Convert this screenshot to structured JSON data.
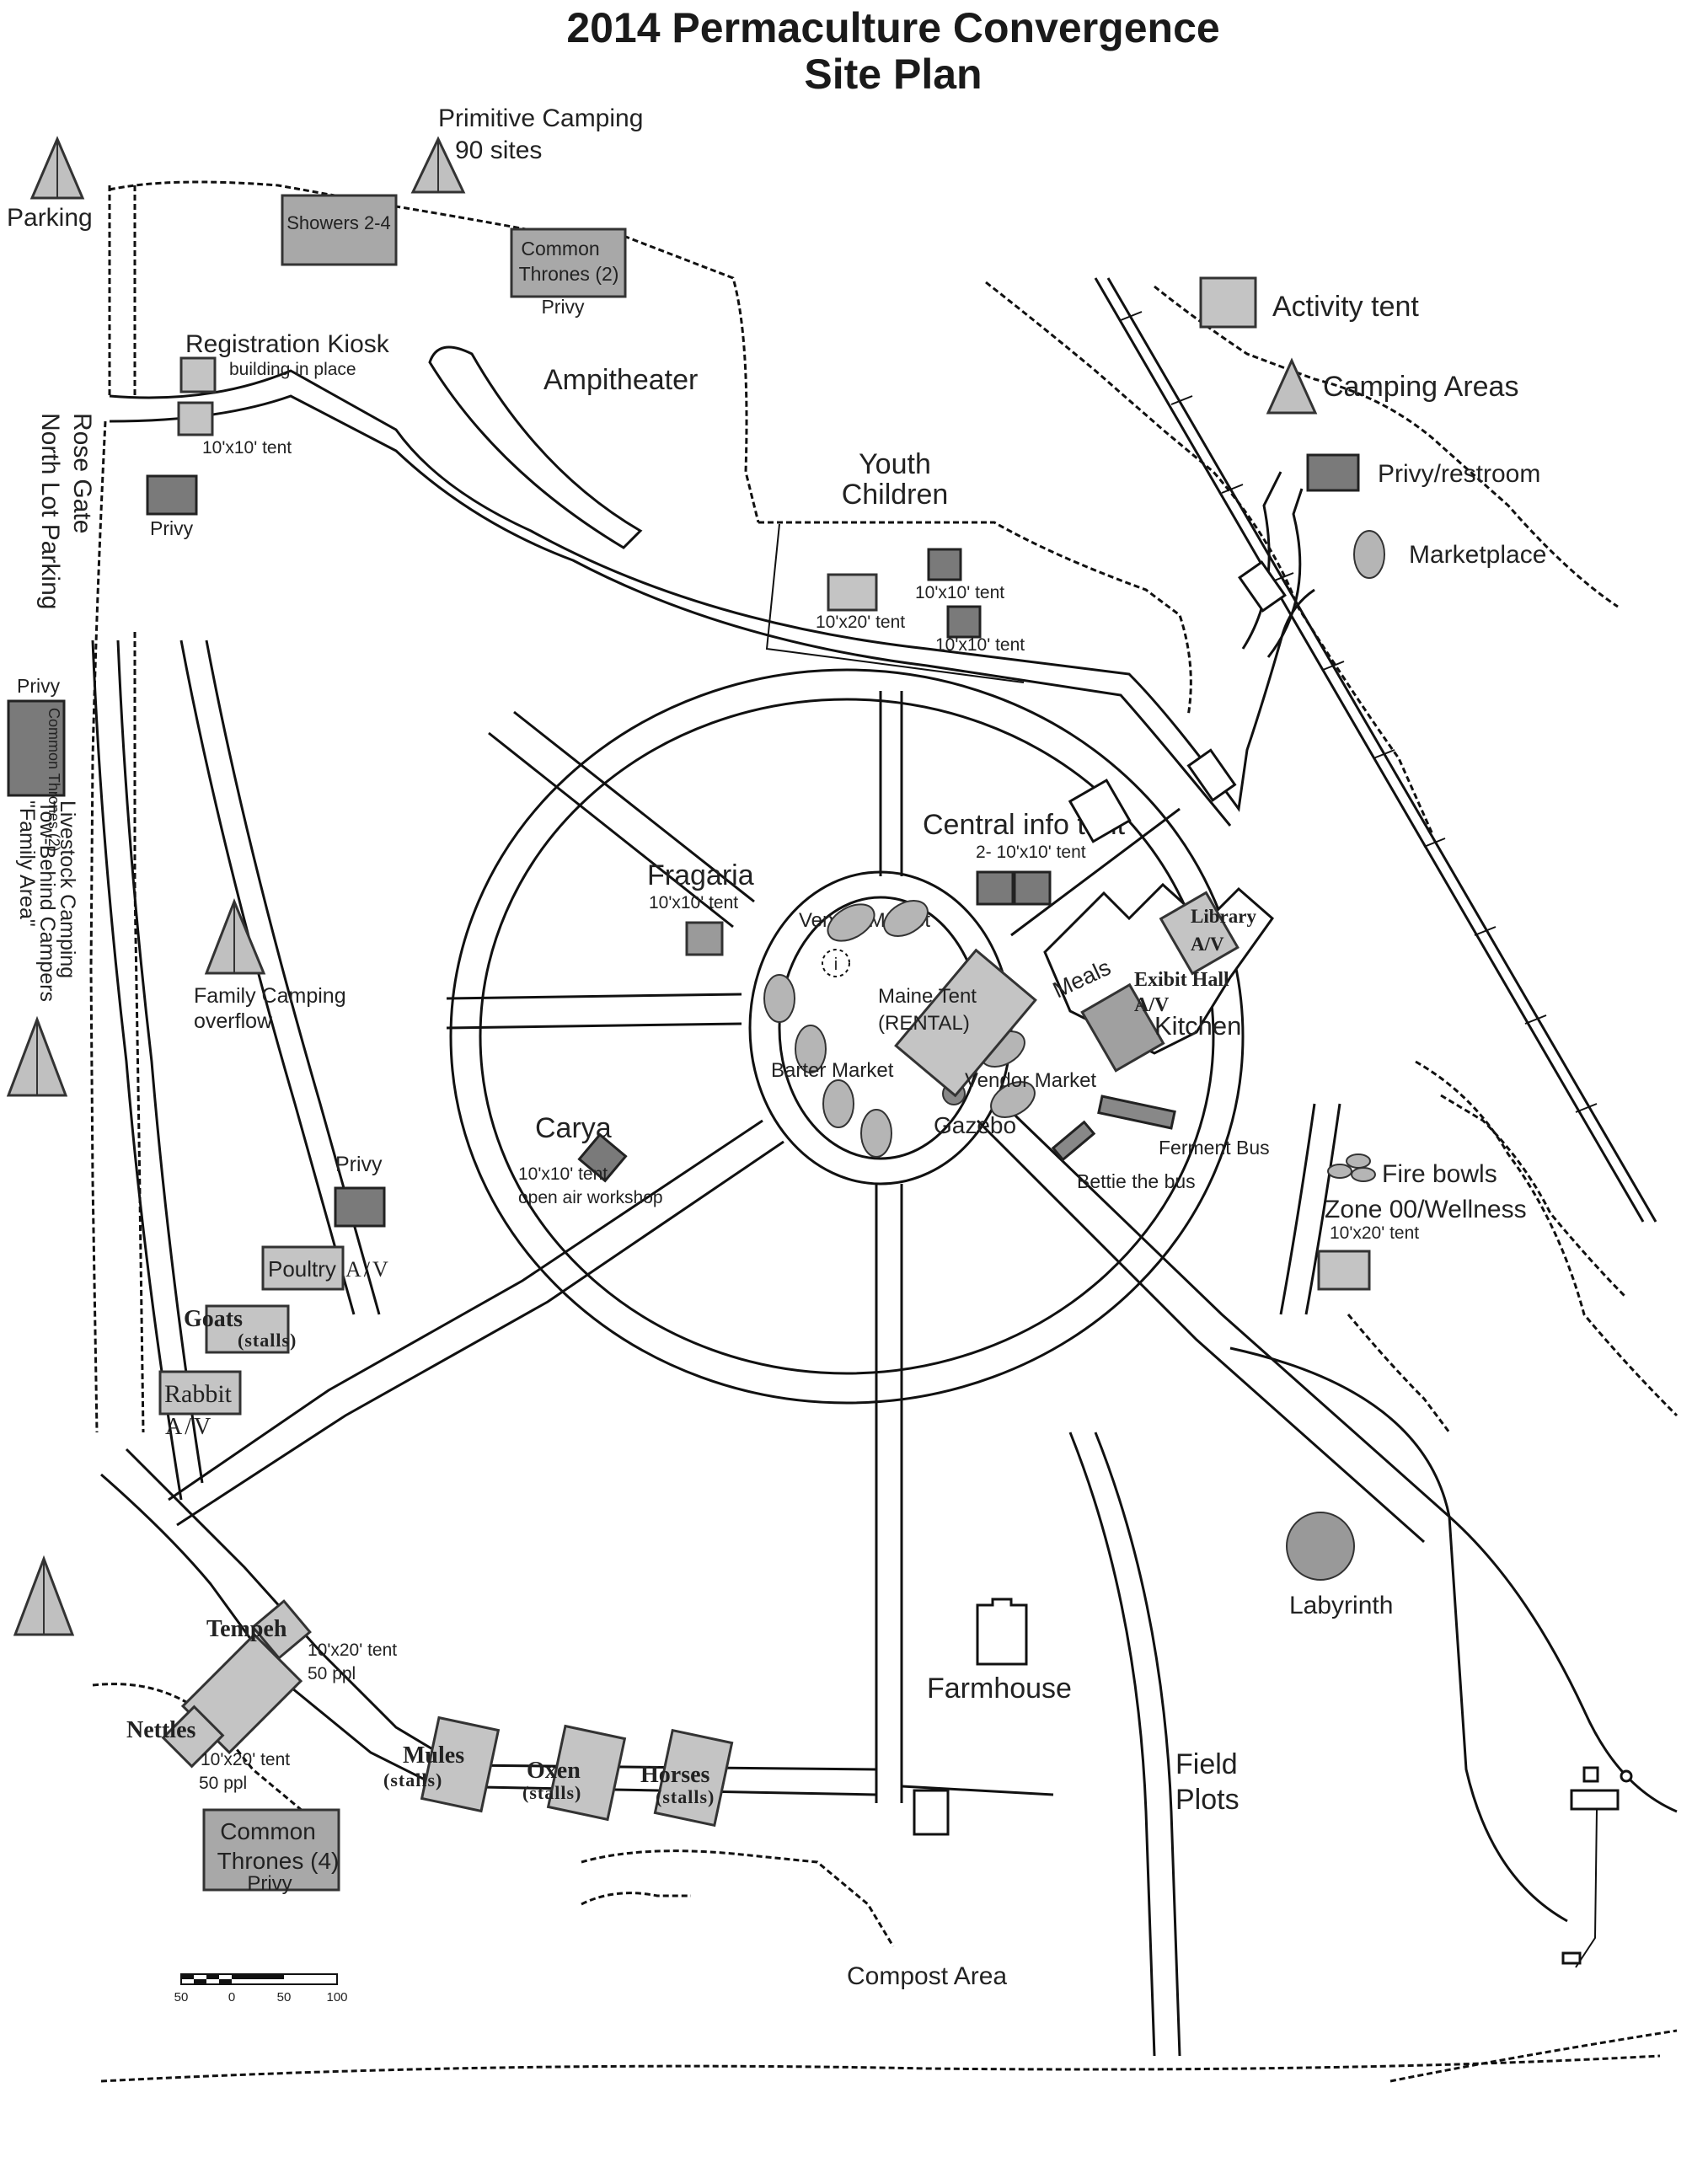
{
  "title": {
    "line1": "2014 Permaculture Convergence",
    "line2": "Site Plan"
  },
  "legend": {
    "activity_tent": "Activity tent",
    "camping_areas": "Camping Areas",
    "privy_restroom": "Privy/restroom",
    "marketplace": "Marketplace"
  },
  "colors": {
    "activity_tent": "#c4c4c4",
    "privy": "#7a7a7a",
    "marketplace": "#b5b5b5",
    "camping": "#c0c0c0"
  },
  "labels": {
    "parking": "Parking",
    "primitive_camping": "Primitive Camping",
    "primitive_sites": "90 sites",
    "showers": "Showers 2-4",
    "common_thrones_top_1": "Common",
    "common_thrones_top_2": "Thrones (2)",
    "privy_top": "Privy",
    "registration_kiosk": "Registration Kiosk",
    "building_in_place": "building in place",
    "tent_10x10_reg": "10'x10' tent",
    "ampitheater": "Ampitheater",
    "rose_gate": "Rose Gate",
    "north_lot_parking": "North Lot Parking",
    "privy_nw": "Privy",
    "youth": "Youth",
    "children": "Children",
    "tent_10x20_youth": "10'x20' tent",
    "tent_10x10_youth_a": "10'x10' tent",
    "tent_10x10_youth_b": "10'x10' tent",
    "privy_west": "Privy",
    "common_thrones_west": "Common Thrones (2)",
    "livestock_camping": "Livestock Camping",
    "tow_behind": "Tow-Behind Campers",
    "family_area": "\"Family Area\"",
    "central_info_tent": "Central info tent",
    "central_info_sub": "2- 10'x10' tent",
    "fragaria": "Fragaria",
    "fragaria_sub": "10'x10' tent",
    "vendor_market_top": "Vendor Market",
    "info_symbol": "i",
    "maine_tent": "Maine Tent",
    "maine_rental": "(RENTAL)",
    "barter_market": "Barter Market",
    "vendor_market_bottom": "Vendor Market",
    "gazebo": "Gazebo",
    "library": "Library",
    "library_av": "A/V",
    "meals": "Meals",
    "exibit_hall": "Exibit Hall",
    "exibit_av": "A/V",
    "kitchen": "Kitchen",
    "ferment_bus": "Ferment Bus",
    "bettie_bus": "Bettie the bus",
    "family_camping": "Family Camping",
    "family_overflow": "overflow",
    "carya": "Carya",
    "carya_sub1": "10'x10' tent",
    "carya_sub2": "open air workshop",
    "privy_family": "Privy",
    "poultry": "Poultry",
    "poultry_av": "A/V",
    "goats": "Goats",
    "goats_stalls": "(stalls)",
    "rabbit": "Rabbit",
    "rabbit_av": "A/V",
    "fire_bowls": "Fire bowls",
    "zone_wellness": "Zone 00/Wellness",
    "zone_tent": "10'x20' tent",
    "labyrinth": "Labyrinth",
    "tempeh": "Tempeh",
    "tempeh_tent": "10'x20' tent",
    "tempeh_ppl": "50 ppl",
    "nettles": "Nettles",
    "nettles_tent": "10'x20' tent",
    "nettles_ppl": "50 ppl",
    "mules": "Mules",
    "mules_stalls": "(stalls)",
    "oxen": "Oxen",
    "oxen_stalls": "(stalls)",
    "horses": "Horses",
    "horses_stalls": "(stalls)",
    "farmhouse": "Farmhouse",
    "field": "Field",
    "plots": "Plots",
    "common_thrones_south_1": "Common",
    "common_thrones_south_2": "Thrones (4)",
    "privy_south": "Privy",
    "compost_area": "Compost Area"
  },
  "scale_bar": {
    "ticks": [
      "50",
      "0",
      "50",
      "100"
    ]
  }
}
